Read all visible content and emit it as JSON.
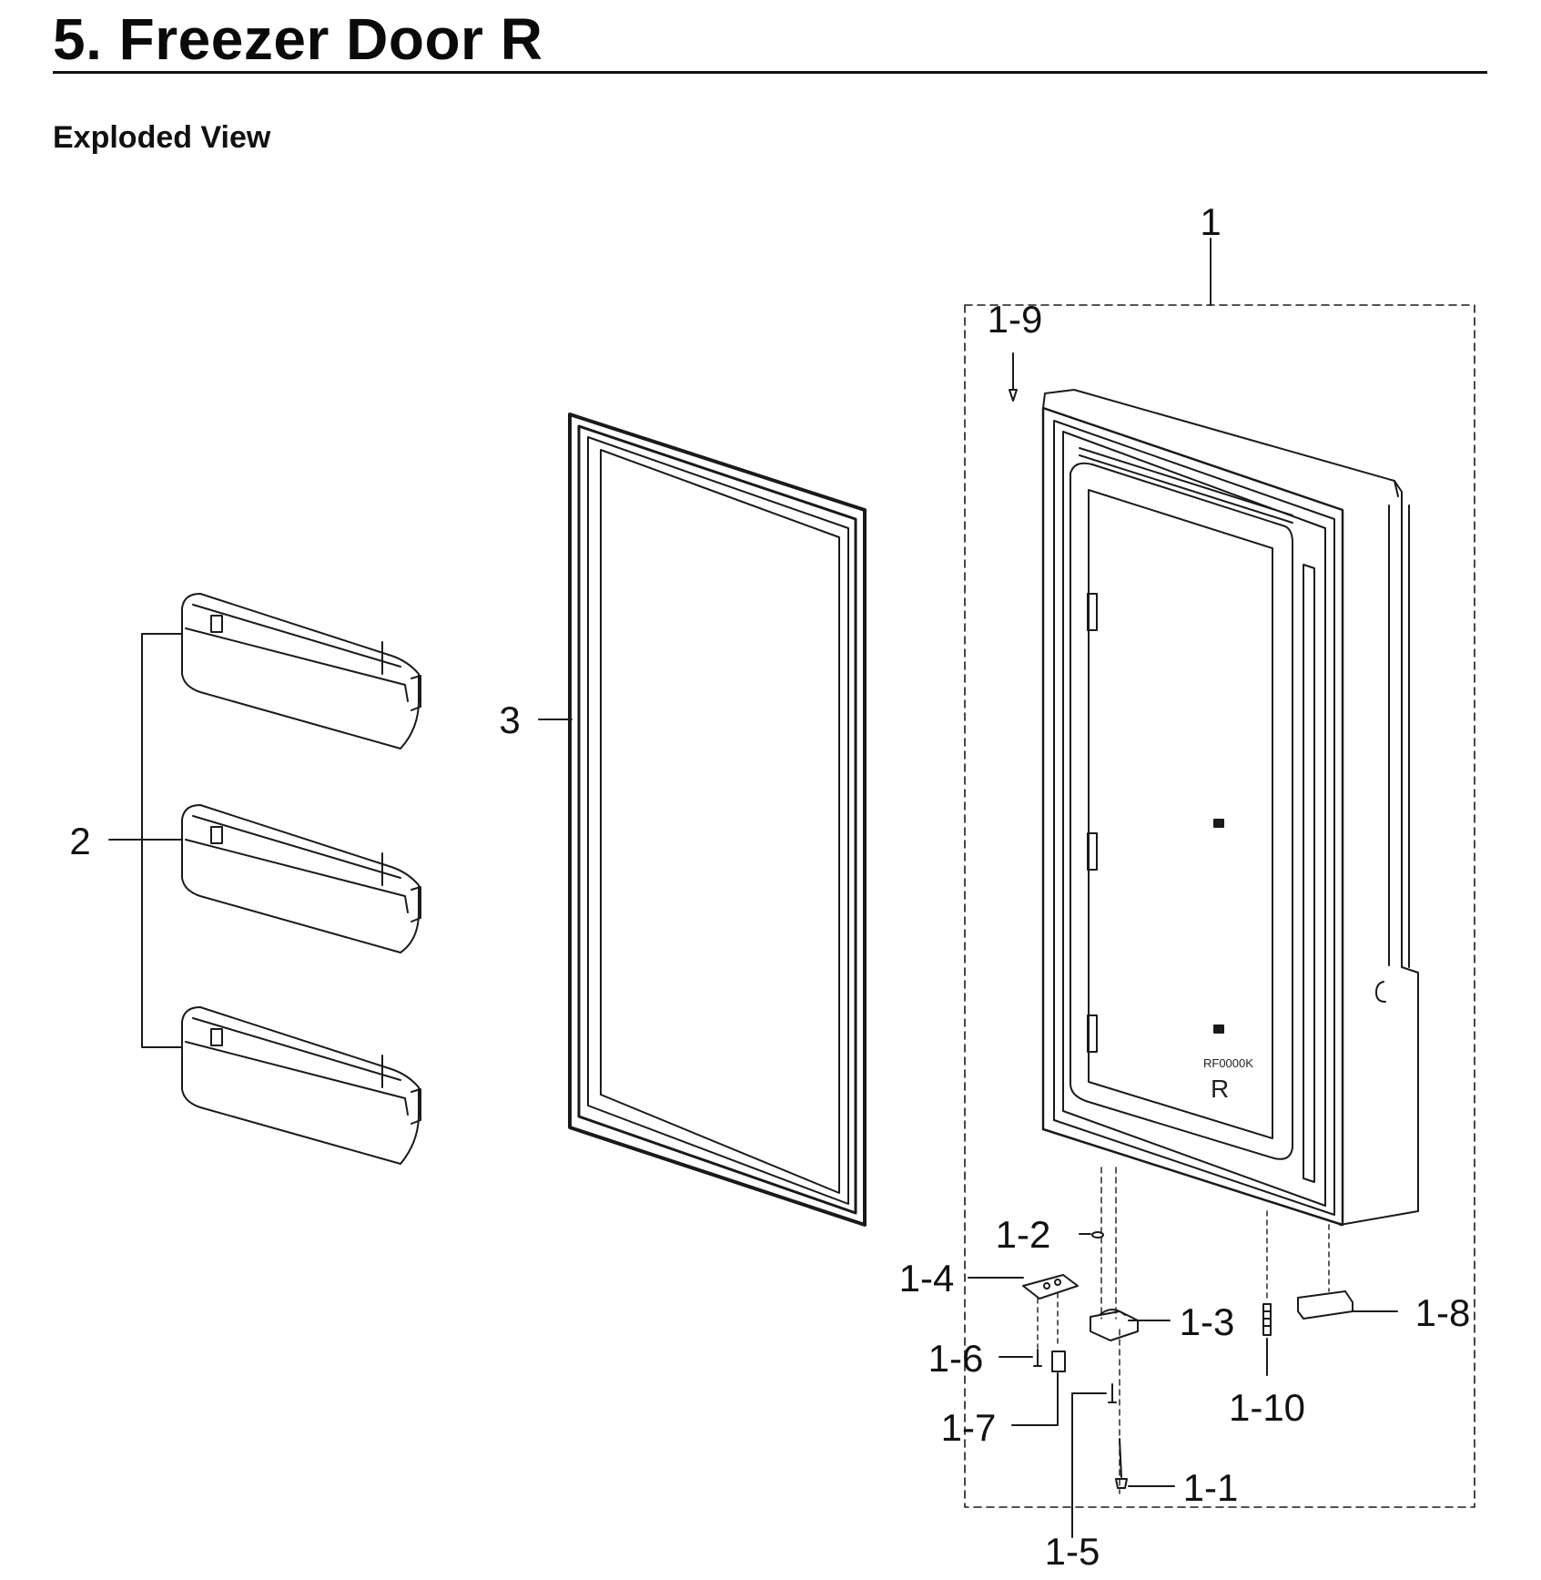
{
  "page": {
    "title": "5.  Freezer Door R",
    "section": "Exploded View"
  },
  "callouts": [
    {
      "id": "1",
      "text": "1"
    },
    {
      "id": "1-9",
      "text": "1-9"
    },
    {
      "id": "3",
      "text": "3"
    },
    {
      "id": "2",
      "text": "2"
    },
    {
      "id": "1-2",
      "text": "1-2"
    },
    {
      "id": "1-4",
      "text": "1-4"
    },
    {
      "id": "1-3",
      "text": "1-3"
    },
    {
      "id": "1-8",
      "text": "1-8"
    },
    {
      "id": "1-6",
      "text": "1-6"
    },
    {
      "id": "1-10",
      "text": "1-10"
    },
    {
      "id": "1-7",
      "text": "1-7"
    },
    {
      "id": "1-1",
      "text": "1-1"
    },
    {
      "id": "1-5",
      "text": "1-5"
    }
  ],
  "door_markings": {
    "model": "RF0000K",
    "side": "R"
  }
}
